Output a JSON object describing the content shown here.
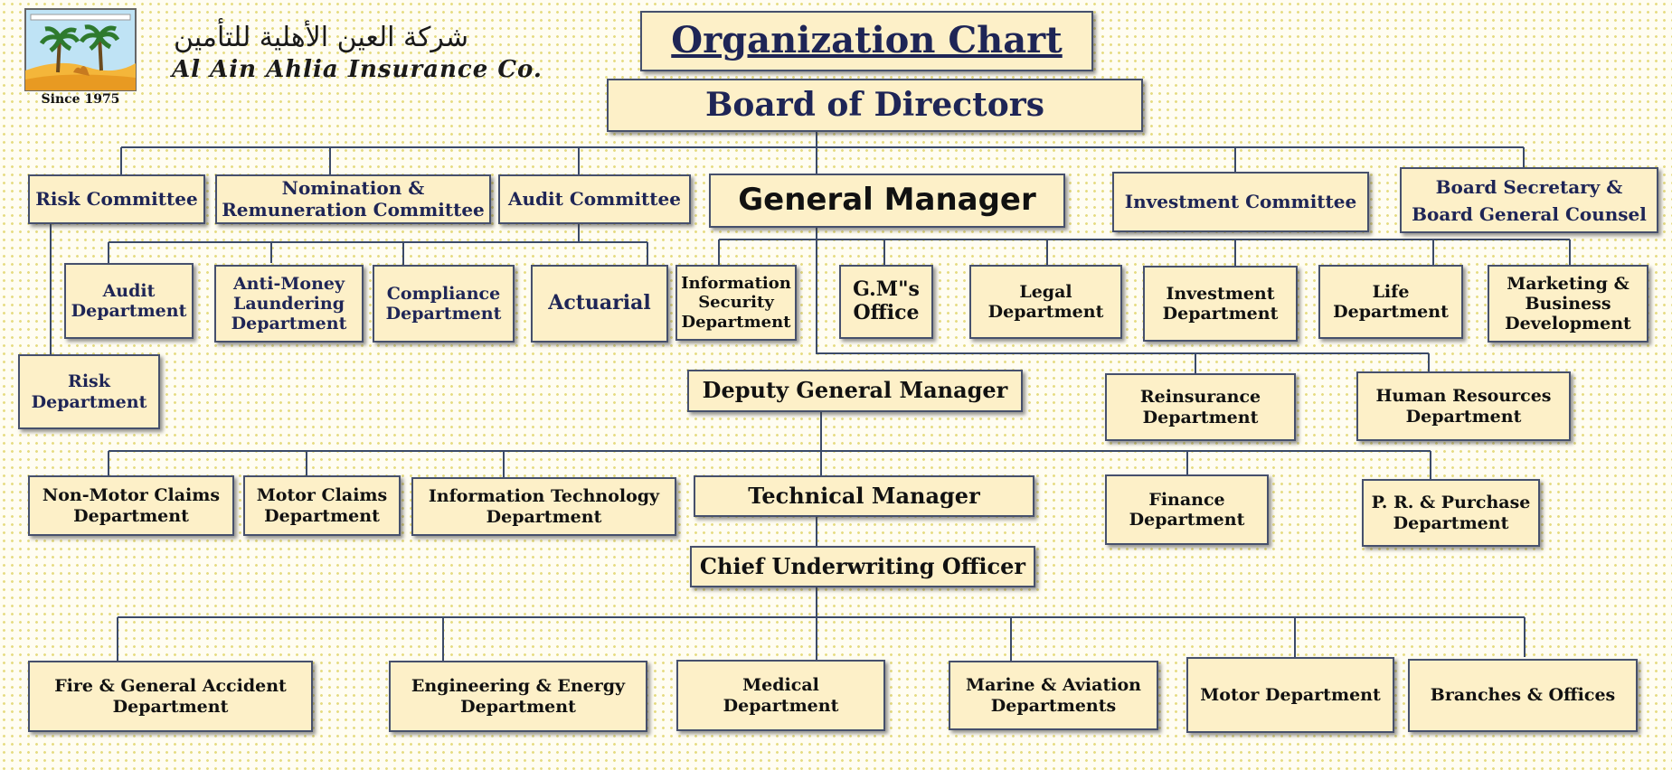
{
  "company": {
    "arabic_name": "شركة العين الأهلية للتأمين",
    "english_name": "Al Ain Ahlia Insurance Co.",
    "since": "Since 1975"
  },
  "title": "Organization Chart",
  "nodes": {
    "board": "Board of Directors",
    "risk_committee": "Risk Committee",
    "nomination_committee": "Nomination &\nRemuneration Committee",
    "audit_committee": "Audit Committee",
    "general_manager": "General Manager",
    "investment_committee": "Investment Committee",
    "board_secretary": "Board Secretary &\nBoard General Counsel",
    "risk_department": "Risk\nDepartment",
    "audit_department": "Audit\nDepartment",
    "aml_department": "Anti-Money\nLaundering\nDepartment",
    "compliance_department": "Compliance\nDepartment",
    "actuarial": "Actuarial",
    "infosec_department": "Information\nSecurity\nDepartment",
    "gm_office": "G.M\"s\nOffice",
    "legal_department": "Legal\nDepartment",
    "investment_department": "Investment\nDepartment",
    "life_department": "Life\nDepartment",
    "marketing_department": "Marketing &\nBusiness\nDevelopment",
    "deputy_gm": "Deputy General Manager",
    "reinsurance_department": "Reinsurance\nDepartment",
    "hr_department": "Human Resources\nDepartment",
    "nonmotor_claims": "Non-Motor Claims\nDepartment",
    "motor_claims": "Motor Claims\nDepartment",
    "it_department": "Information Technology\nDepartment",
    "technical_manager": "Technical Manager",
    "finance_department": "Finance\nDepartment",
    "pr_purchase_department": "P. R. & Purchase\nDepartment",
    "chief_underwriting": "Chief Underwriting Officer",
    "fire_general_accident": "Fire & General Accident\nDepartment",
    "engineering_energy": "Engineering & Energy\nDepartment",
    "medical_department": "Medical Department",
    "marine_aviation": "Marine & Aviation\nDepartments",
    "motor_department": "Motor Department",
    "branches_offices": "Branches & Offices"
  },
  "colors": {
    "box_fill": "#fdf0c8",
    "box_border": "#46506c",
    "text_navy": "#1e2556",
    "connector": "#3b4a68",
    "dot": "#e6dc84"
  }
}
